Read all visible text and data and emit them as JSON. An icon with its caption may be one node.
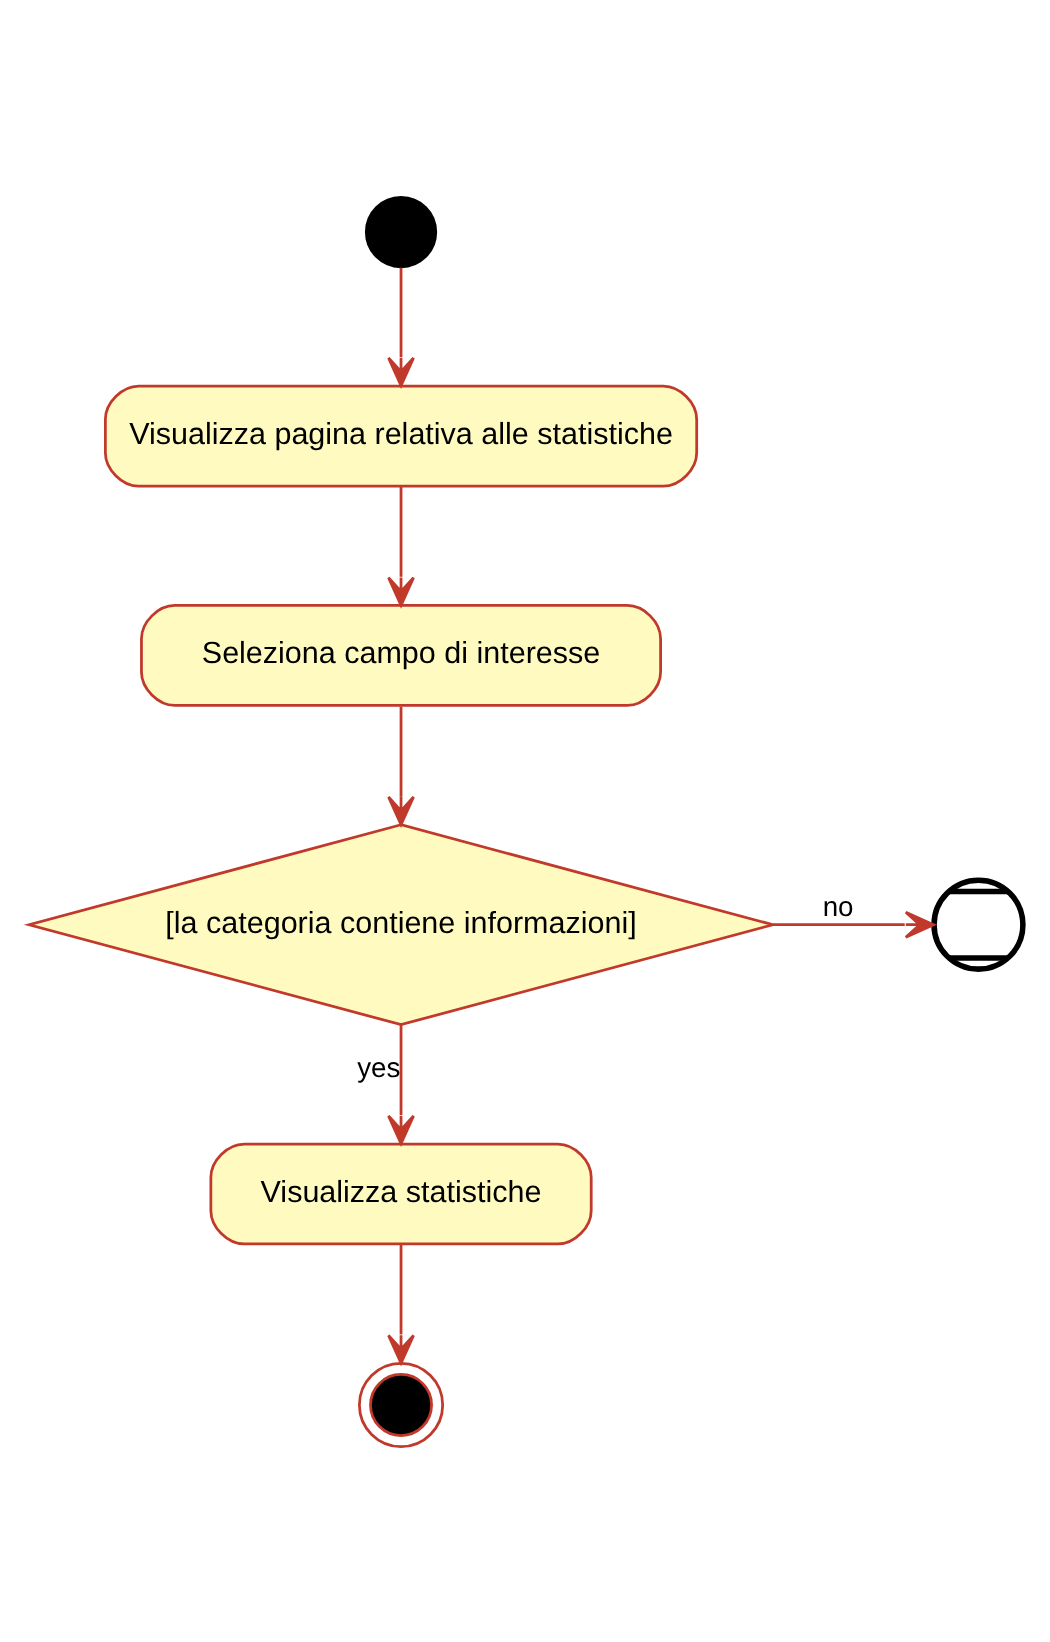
{
  "diagram": {
    "nodes": [
      {
        "text": [],
        "shape": "circle"
      },
      {
        "text": [
          "Visualizza pagina relativa alle statistiche"
        ]
      },
      {
        "text": [
          "Seleziona campo di interesse"
        ]
      },
      {
        "text": [
          "[la categoria contiene informazioni]"
        ]
      },
      {
        "text": [],
        "shape": "circle"
      },
      {
        "text": [
          "Visualizza statistiche"
        ]
      },
      {
        "text": [],
        "shape": "circle"
      }
    ],
    "edges": [
      {
        "from": 0,
        "to": 1,
        "arrow": "to"
      },
      {
        "from": 1,
        "to": 2,
        "arrow": "to"
      },
      {
        "from": 2,
        "to": 3,
        "arrow": "to"
      },
      {
        "from": 3,
        "to": 4,
        "arrow": "to",
        "label": "no"
      },
      {
        "from": 3,
        "to": 5,
        "arrow": "to",
        "label": "yes"
      },
      {
        "from": 5,
        "to": 6,
        "arrow": "to"
      }
    ]
  }
}
